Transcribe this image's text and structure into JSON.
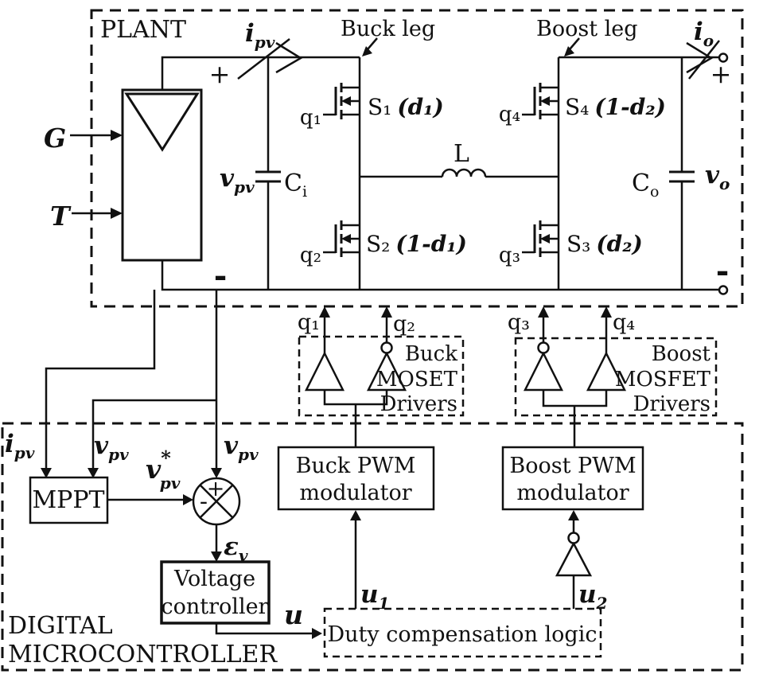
{
  "plant": {
    "title": "PLANT",
    "buck_leg": "Buck leg",
    "boost_leg": "Boost leg",
    "inputs": {
      "g": "G",
      "t": "T"
    },
    "polarity": {
      "in_plus": "+",
      "in_minus": "-",
      "out_plus": "+",
      "out_minus": "-"
    },
    "signals": {
      "ipv": {
        "base": "i",
        "sub": "pv"
      },
      "vpv": {
        "base": "v",
        "sub": "pv"
      },
      "io": {
        "base": "i",
        "sub": "o"
      },
      "vo": {
        "base": "v",
        "sub": "o"
      }
    },
    "components": {
      "ci": {
        "base": "C",
        "sub": "i"
      },
      "co": {
        "base": "C",
        "sub": "o"
      },
      "inductor": "L",
      "s1": {
        "name": "S₁",
        "duty": "(d₁)"
      },
      "s2": {
        "name": "S₂",
        "duty": "(1-d₁)"
      },
      "s3": {
        "name": "S₃",
        "duty": "(d₂)"
      },
      "s4": {
        "name": "S₄",
        "duty": "(1-d₂)"
      }
    },
    "gates": {
      "q1": "q₁",
      "q2": "q₂",
      "q3": "q₃",
      "q4": "q₄"
    }
  },
  "drivers": {
    "buck": {
      "line1": "Buck",
      "line2": "MOSET",
      "line3": "Drivers"
    },
    "boost": {
      "line1": "Boost",
      "line2": "MOSFET",
      "line3": "Drivers"
    }
  },
  "controller": {
    "title": {
      "line1": "DIGITAL",
      "line2": "MICROCONTROLLER"
    },
    "mppt": "MPPT",
    "voltage_controller": {
      "line1": "Voltage",
      "line2": "controller"
    },
    "buck_pwm": {
      "line1": "Buck PWM",
      "line2": "modulator"
    },
    "boost_pwm": {
      "line1": "Boost PWM",
      "line2": "modulator"
    },
    "duty_logic": "Duty compensation logic",
    "sum": {
      "plus": "+",
      "minus": "-"
    },
    "signals": {
      "ipv": {
        "base": "i",
        "sub": "pv"
      },
      "vpv": {
        "base": "v",
        "sub": "pv"
      },
      "vpv_ref": {
        "base": "v",
        "sup": "*",
        "sub": "pv"
      },
      "error": {
        "base": "ε",
        "sub": "v"
      },
      "u": "u",
      "u1": {
        "base": "u",
        "sub": "1"
      },
      "u2": {
        "base": "u",
        "sub": "2"
      }
    }
  }
}
